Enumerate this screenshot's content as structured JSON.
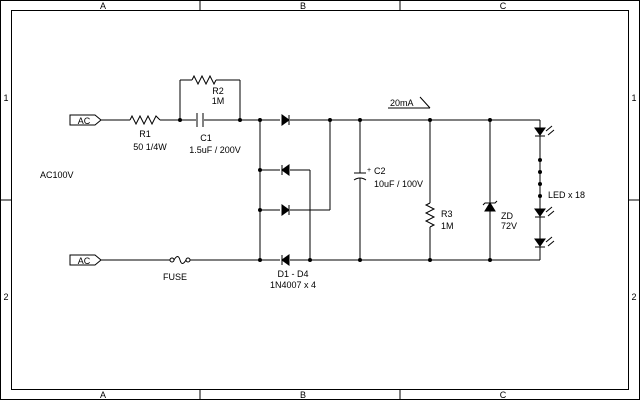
{
  "frame": {
    "col_labels": [
      "A",
      "B",
      "C"
    ],
    "row_labels": [
      "1",
      "2"
    ]
  },
  "ports": {
    "top": "AC",
    "bottom": "AC",
    "source_label": "AC100V"
  },
  "components": {
    "r1": {
      "ref": "R1",
      "value": "50 1/4W"
    },
    "r2": {
      "ref": "R2",
      "value": "1M"
    },
    "c1": {
      "ref": "C1",
      "value": "1.5uF / 200V"
    },
    "c2": {
      "ref": "C2",
      "value": "10uF / 100V",
      "polarity": "+"
    },
    "r3": {
      "ref": "R3",
      "value": "1M"
    },
    "zd": {
      "ref": "ZD",
      "value": "72V"
    },
    "fuse": {
      "ref": "FUSE"
    },
    "diodes": {
      "ref": "D1 - D4",
      "value": "1N4007 x 4"
    },
    "leds": {
      "value": "LED x 18"
    }
  },
  "current": {
    "label": "20mA"
  }
}
